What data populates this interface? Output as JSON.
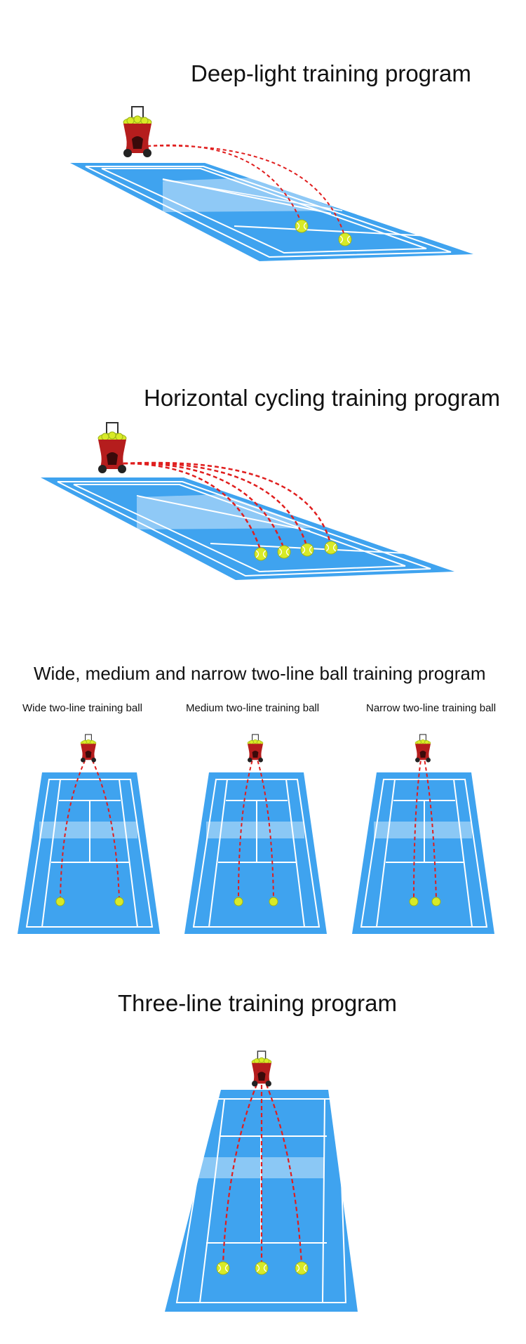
{
  "sections": [
    {
      "title": "Deep-light training program"
    },
    {
      "title": "Horizontal cycling training program"
    },
    {
      "title": "Wide, medium and narrow two-line ball training program",
      "subtitles": [
        "Wide two-line training ball",
        "Medium two-line training ball",
        "Narrow two-line training ball"
      ]
    },
    {
      "title": "Three-line training program"
    }
  ],
  "colors": {
    "court": "#3fa3ef",
    "court_lines": "#ffffff",
    "trajectory": "#e01e1e",
    "machine": "#b51d1d",
    "ball": "#d8ea27"
  },
  "icons": [
    "ball-machine-icon",
    "tennis-ball-icon"
  ]
}
